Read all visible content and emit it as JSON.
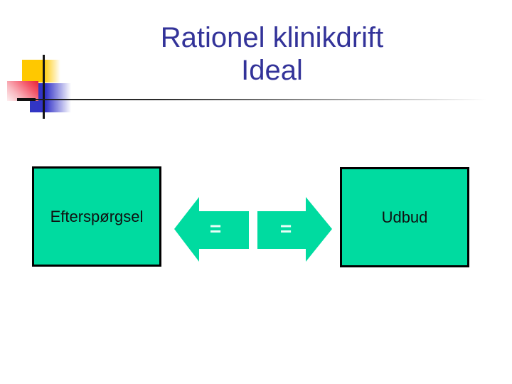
{
  "slide": {
    "title": {
      "line1": "Rationel klinikdrift",
      "line2": "Ideal"
    },
    "diagram": {
      "nodes": [
        {
          "label": "Efterspørgsel"
        },
        {
          "label": "Udbud"
        }
      ],
      "connectors": [
        {
          "symbol": "=",
          "direction": "left"
        },
        {
          "symbol": "=",
          "direction": "right"
        }
      ]
    },
    "colors": {
      "title_text": "#333399",
      "node_fill": "#00dba0",
      "node_border": "#000000",
      "equals_text": "#e9fef7",
      "accent_yellow": "#ffc800",
      "accent_red": "#e92236",
      "accent_blue": "#3333c8",
      "background": "#ffffff"
    }
  }
}
